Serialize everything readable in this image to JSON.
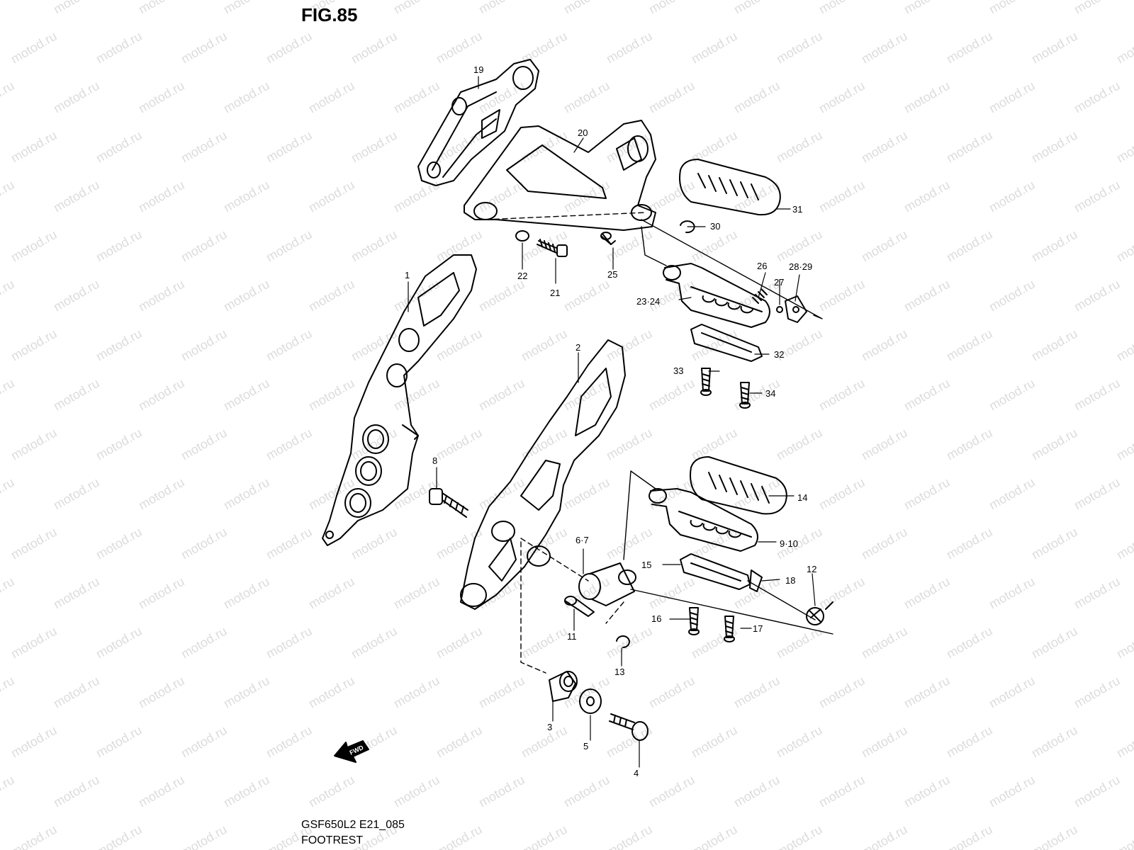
{
  "figure": {
    "title": "FIG.85"
  },
  "footer": {
    "model_code": "GSF650L2 E21_085",
    "section_name": "FOOTREST"
  },
  "watermark": {
    "text": "motod.ru"
  },
  "direction_arrow": {
    "label": "FWD"
  },
  "callouts": [
    {
      "id": "c1",
      "label": "1"
    },
    {
      "id": "c2",
      "label": "2"
    },
    {
      "id": "c3",
      "label": "3"
    },
    {
      "id": "c4",
      "label": "4"
    },
    {
      "id": "c5",
      "label": "5"
    },
    {
      "id": "c67",
      "label": "6·7"
    },
    {
      "id": "c8",
      "label": "8"
    },
    {
      "id": "c910",
      "label": "9·10"
    },
    {
      "id": "c11",
      "label": "11"
    },
    {
      "id": "c12",
      "label": "12"
    },
    {
      "id": "c13",
      "label": "13"
    },
    {
      "id": "c14",
      "label": "14"
    },
    {
      "id": "c15",
      "label": "15"
    },
    {
      "id": "c16",
      "label": "16"
    },
    {
      "id": "c17",
      "label": "17"
    },
    {
      "id": "c18",
      "label": "18"
    },
    {
      "id": "c19",
      "label": "19"
    },
    {
      "id": "c20",
      "label": "20"
    },
    {
      "id": "c21",
      "label": "21"
    },
    {
      "id": "c22",
      "label": "22"
    },
    {
      "id": "c2324",
      "label": "23·24"
    },
    {
      "id": "c25",
      "label": "25"
    },
    {
      "id": "c26",
      "label": "26"
    },
    {
      "id": "c27",
      "label": "27"
    },
    {
      "id": "c2829",
      "label": "28·29"
    },
    {
      "id": "c30",
      "label": "30"
    },
    {
      "id": "c31",
      "label": "31"
    },
    {
      "id": "c32",
      "label": "32"
    },
    {
      "id": "c33",
      "label": "33"
    },
    {
      "id": "c34",
      "label": "34"
    }
  ]
}
